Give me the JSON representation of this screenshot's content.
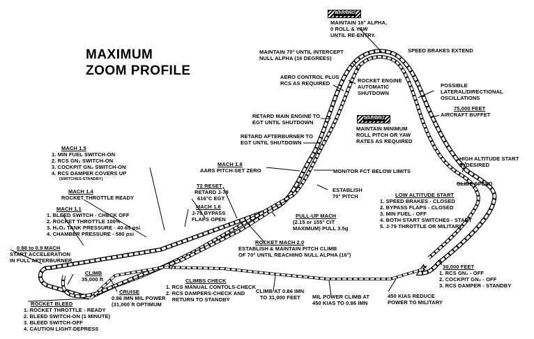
{
  "title": {
    "line1": "MAXIMUM",
    "line2": "ZOOM PROFILE"
  },
  "warnings": {
    "top_label": "WARNING",
    "mid_label": "WARNING"
  },
  "notes": {
    "warn_top": [
      "MAINTAIN 16° ALPHA,",
      "0 ROLL & YAW",
      "UNTIL RE-ENTRY."
    ],
    "speed_brakes": "SPEED BRAKES EXTEND",
    "maintain70": [
      "MAINTAIN 70° UNTIL INTERCEPT",
      "NULL ALPHA (16 DEGREES)"
    ],
    "rocket_shutdown": [
      "ROCKET ENGINE",
      "AUTOMATIC",
      "SHUTDOWN"
    ],
    "aero_control": [
      "AERO CONTROL PLUS",
      "RCS AS REQUIRED"
    ],
    "possible_osc": [
      "POSSIBLE",
      "LATERAL/DIRECTIONAL",
      "OSCILLATIONS"
    ],
    "buffet_title": "75,000 FEET",
    "buffet": "AIRCRAFT BUFFET",
    "retard_main": [
      "RETARD MAIN ENGINE TO",
      "EGT UNTIL SHUTDOWN"
    ],
    "maintain_min": [
      "MAINTAIN MINIMUM",
      "ROLL PITCH OR YAW",
      "RATES AS REQUIRED"
    ],
    "retard_ab": [
      "RETARD AFTERBURNER TO",
      "EGT UNTIL SHUTDOWN"
    ],
    "mach15_title": "MACH 1.5",
    "mach15": [
      "1. MIN FUEL SWITCH-ON",
      "2. RCS GN₂ SWITCH-ON",
      "3. COCKPIT GN₂ SWITCH-ON",
      "4. RCS DAMPER COVERS UP",
      "(SWITCHES-STANDBY)"
    ],
    "mach18_title": "MACH 1.8",
    "mach18": "AARS PITCH-SET ZERO",
    "monitor_fct": "MONITOR FCT BELOW LIMITS",
    "high_alt": [
      "HIGH ALTITUDE START",
      "IF DESIRED"
    ],
    "glide_speed": "GLIDE SPEED",
    "establish70": [
      "ESTABLISH",
      "70° PITCH"
    ],
    "mach14_title": "MACH 1.4",
    "mach14": "ROCKET THROTTLE READY",
    "t2_title": "T2  RESET",
    "t2": [
      "RETARD J-79",
      "616°C EGT"
    ],
    "mach16_title": "MACH 1.6",
    "mach16": [
      "J-79 BYPASS",
      "FLAPS OPEN"
    ],
    "low_alt_title": "LOW ALTITUDE START",
    "low_alt": [
      "1. SPEED BRAKES - CLOSED",
      "2. BYPASS FLAPS - CLOSED",
      "3. MIN FUEL - OFF",
      "4. BOTH START SWITCHES - START",
      "5. J-79 THROTTLE OR MILITARY"
    ],
    "mach11_title": "MACH 1.1",
    "mach11": [
      "1. BLEED SWITCH - CHECK OFF",
      "2. ROCKET THROTTLE 100%",
      "3. H₂O₂ TANK PRESSURE - 40-65 psi",
      "4. CHAMBER PRESSURE - 580 psi"
    ],
    "pullup_title": "PULL-UP MACH",
    "pullup": [
      "(2.15 or 155° CIT",
      "MAXIMUM) PULL 3.5g"
    ],
    "rocket20_title": "ROCKET MACH 2.0",
    "rocket20": [
      "ESTABLISH & MAINTAIN PITCH CLIMB",
      "OF 70° UNTIL REACHING NULL ALPHA (16°)"
    ],
    "start_accel_title": "0.88 to 0.9 MACH",
    "start_accel": [
      "START ACCELERATION",
      "IN FULL AFTERBURNER"
    ],
    "climb_title": "CLIMB",
    "climb": "35,000 ft",
    "ft30k_title": "30,000 FEET",
    "ft30k": [
      "1. RCS GN₂ - OFF",
      "2. COCKPIT GN₂ - OFF",
      "3. RCS DAMPER - STANDBY"
    ],
    "climbs_check_title": "CLIMBS CHECK",
    "climbs_check": [
      "1. RCS MANUAL CONTOLS-CHECK",
      "2. RCS DAMPERS-CHECK AND",
      "    RETURN TO STANDBY"
    ],
    "cruise_title": "CRUISE",
    "cruise": [
      "0.86 IMN MIL POWER",
      "(31,000 ft OPTIMUM"
    ],
    "climb_086": [
      "CLIMB AT 0.86 IMN",
      "TO 31,000 FEET"
    ],
    "mil_power": [
      "MIL POWER CLIMB AT",
      "450 KIAS TO 0.86 IMN"
    ],
    "kias450": [
      "450 KIAS REDUCE",
      "POWER TO MILITARY"
    ],
    "rocket_bleed_title": "ROCKET BLEED",
    "rocket_bleed": [
      "1. ROCKET THROTTLE - READY",
      "2. BLEED SWITCH-ON (1 MINUTE)",
      "3. BLEED SWITCH-OFF",
      "4. CAUTION LIGHT-DEPRESS"
    ]
  }
}
